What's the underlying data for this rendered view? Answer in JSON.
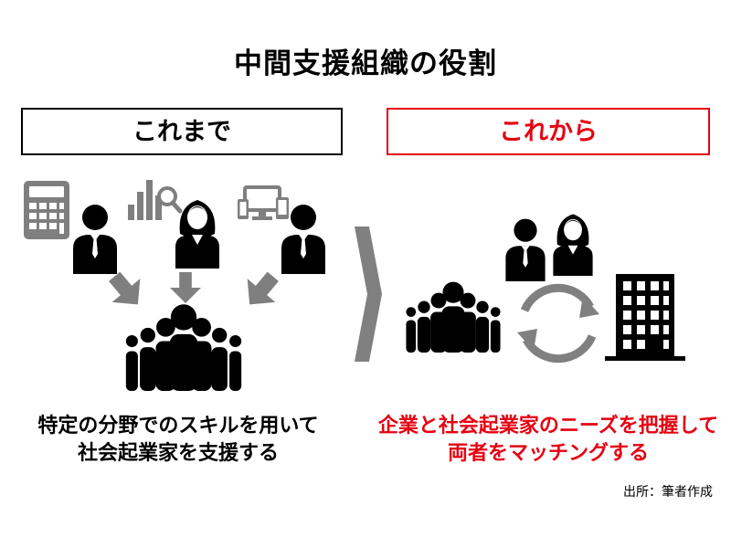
{
  "title": "中間支援組織の役割",
  "before": {
    "label": "これまで",
    "description_line1": "特定の分野でのスキルを用いて",
    "description_line2": "社会起業家を支援する"
  },
  "after": {
    "label": "これから",
    "description_line1": "企業と社会起業家のニーズを把握して",
    "description_line2": "両者をマッチングする"
  },
  "source": "出所：筆者作成",
  "colors": {
    "accent": "#e60012",
    "text": "#000000",
    "arrow_gray": "#7f7f7f",
    "chevron_gray": "#808080"
  },
  "icons": [
    "calculator-icon",
    "bar-chart-search-icon",
    "devices-icon",
    "businessman-icon",
    "businesswoman-icon",
    "crowd-icon",
    "exchange-cycle-icon",
    "building-icon"
  ]
}
